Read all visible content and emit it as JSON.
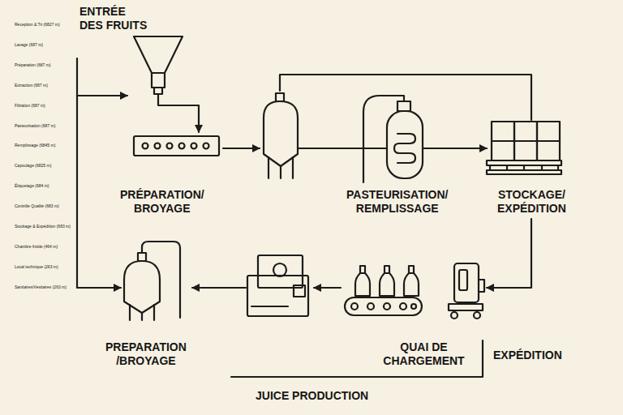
{
  "diagram": {
    "nodes": [
      {
        "text": [
          "PRÉPARATION/ BROYAGE"
        ]
      },
      {
        "text": [
          "PASTEURISATION/ REMPLISSAGE"
        ]
      },
      {
        "text": [
          "STOCKAGE/ EXPÉDITION"
        ]
      },
      {
        "text": [
          "QUAI DE CHARGEMENT"
        ]
      },
      {
        "text": [
          "PREPARATION /BROYAGE"
        ]
      }
    ],
    "edges": [
      {
        "from": 0,
        "to": 1,
        "arrow": "to"
      },
      {
        "from": 1,
        "to": 2,
        "arrow": "to"
      },
      {
        "from": 1,
        "to": 2,
        "arrow": "none"
      },
      {
        "from": 2,
        "to": 3,
        "arrow": "to"
      },
      {
        "from": 3,
        "to": 4,
        "arrow": "to"
      }
    ],
    "labels": [
      "ENTRÉE DES FRUITS",
      "Réception & Tri (6827 m)",
      "Lavage (687 m)",
      "Préparation (687 m)",
      "Extraction (687 m)",
      "Filtration (687 m)",
      "Pasteurisation (687 m)",
      "Remplissage (6845 m)",
      "Capsulage (6825 m)",
      "Étiquetage (684 m)",
      "Contrôle Qualité (683 m)",
      "Stockage & Expédition (683 m)",
      "Chambre froide (464 m)",
      "Local technique (263 m)",
      "Sanitaires/Vestiaires (263 m)",
      "EXPÉDITION",
      "JUICE PRODUCTION"
    ]
  }
}
